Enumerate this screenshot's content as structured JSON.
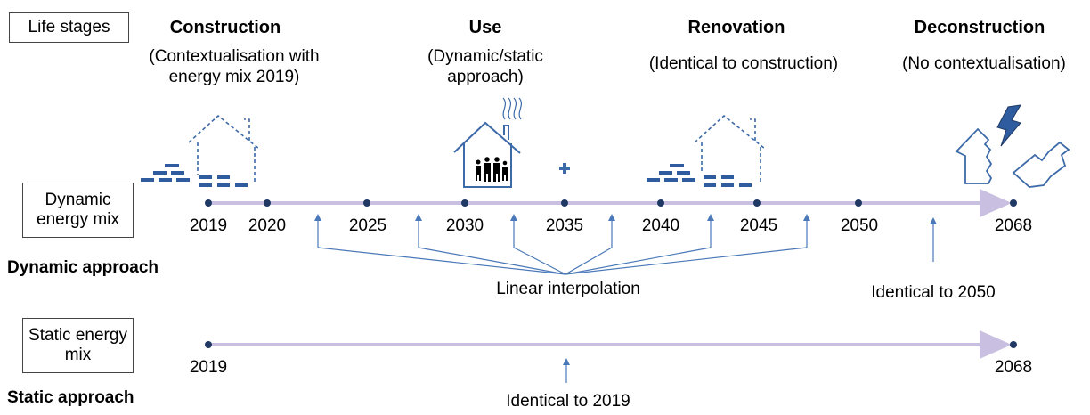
{
  "life_stages_label": "Life stages",
  "stages": [
    {
      "title": "Construction",
      "subtitle": "(Contextualisation with energy mix 2019)"
    },
    {
      "title": "Use",
      "subtitle": "(Dynamic/static approach)"
    },
    {
      "title": "Renovation",
      "subtitle": "(Identical to construction)"
    },
    {
      "title": "Deconstruction",
      "subtitle": "(No contextualisation)"
    }
  ],
  "dynamic": {
    "box_label": "Dynamic energy mix",
    "approach_label": "Dynamic approach",
    "years": [
      "2019",
      "2020",
      "2025",
      "2030",
      "2035",
      "2040",
      "2045",
      "2050",
      "2068"
    ],
    "interpolation_label": "Linear interpolation",
    "identical_label": "Identical to 2050"
  },
  "static": {
    "box_label": "Static energy mix",
    "approach_label": "Static approach",
    "years": [
      "2019",
      "2068"
    ],
    "identical_label": "Identical to 2019"
  },
  "colors": {
    "timeline": "#c9bfe0",
    "dot": "#1f3864",
    "arrow": "#4a78b8",
    "icon": "#3d6aa8",
    "brick": "#2e5c9e"
  }
}
